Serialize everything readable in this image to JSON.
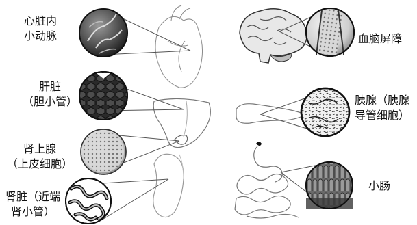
{
  "labels": {
    "coronary_line1": "心脏内",
    "coronary_line2": "小动脉",
    "liver_line1": "肝脏",
    "liver_line2": "（胆小管）",
    "adrenal_line1": "肾上腺",
    "adrenal_line2": "（上皮细胞）",
    "kidney_line1": "肾脏（近端",
    "kidney_line2": "肾小管）",
    "bbb": "血脑屏障",
    "pancreas_line1": "胰腺（胰腺",
    "pancreas_line2": "导管细胞）",
    "intestine": "小肠"
  }
}
